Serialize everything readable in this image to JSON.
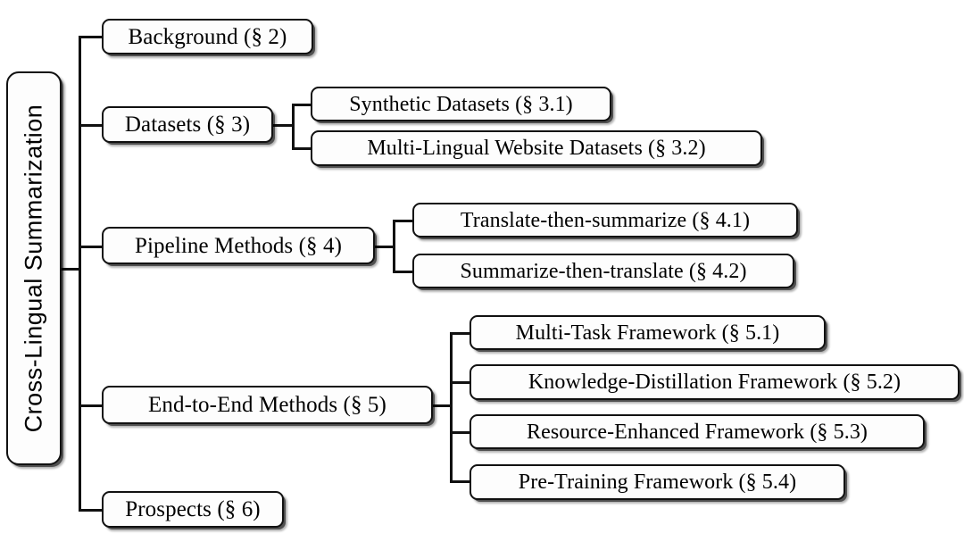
{
  "diagram": {
    "title": "Cross-Lingual Summarization taxonomy",
    "type": "tree",
    "orientation": "left-to-right",
    "colors": {
      "box_fill": "#fdfdfd",
      "box_border": "#111111",
      "line": "#111111",
      "text": "#000000",
      "background": "#ffffff"
    },
    "root": {
      "label": "Cross-Lingual Summarization",
      "rotated": true
    },
    "branches": [
      {
        "id": "background",
        "label": "Background (§ 2)",
        "children": []
      },
      {
        "id": "datasets",
        "label": "Datasets (§ 3)",
        "children": [
          {
            "id": "synthetic-datasets",
            "label": "Synthetic Datasets (§ 3.1)"
          },
          {
            "id": "multi-lingual-website-datasets",
            "label": "Multi-Lingual Website Datasets (§ 3.2)"
          }
        ]
      },
      {
        "id": "pipeline-methods",
        "label": "Pipeline Methods (§ 4)",
        "children": [
          {
            "id": "translate-then-summarize",
            "label": "Translate-then-summarize (§ 4.1)"
          },
          {
            "id": "summarize-then-translate",
            "label": "Summarize-then-translate (§ 4.2)"
          }
        ]
      },
      {
        "id": "end-to-end-methods",
        "label": "End-to-End Methods (§ 5)",
        "children": [
          {
            "id": "multi-task-framework",
            "label": "Multi-Task Framework (§ 5.1)"
          },
          {
            "id": "knowledge-distillation-framework",
            "label": "Knowledge-Distillation Framework (§ 5.2)"
          },
          {
            "id": "resource-enhanced-framework",
            "label": "Resource-Enhanced Framework (§ 5.3)"
          },
          {
            "id": "pre-training-framework",
            "label": "Pre-Training Framework (§ 5.4)"
          }
        ]
      },
      {
        "id": "prospects",
        "label": "Prospects (§ 6)",
        "children": []
      }
    ]
  }
}
